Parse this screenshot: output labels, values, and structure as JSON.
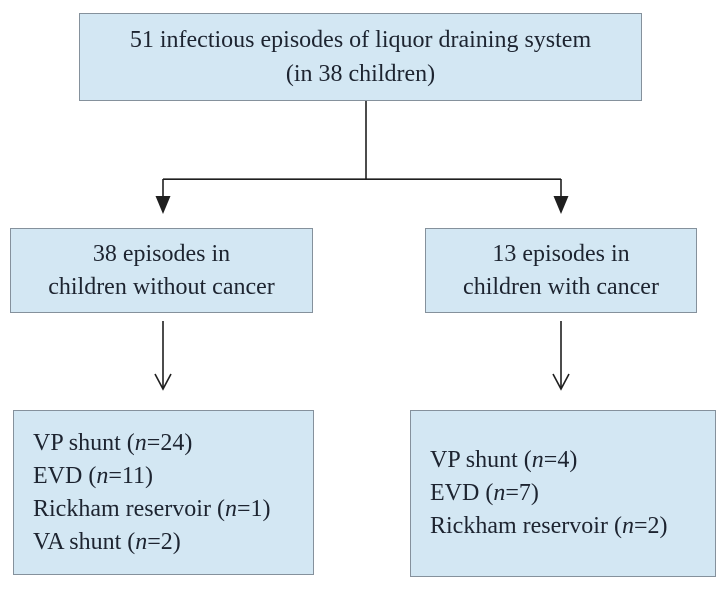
{
  "figure": {
    "colors": {
      "box_fill": "#d3e7f3",
      "box_border": "#85919c",
      "text": "#1d2430",
      "line": "#1f1f1f"
    }
  },
  "nodes": {
    "root": {
      "lines": [
        "51 infectious episodes of liquor draining system",
        "(in 38 children)"
      ]
    },
    "left_group": {
      "lines": [
        "38 episodes in",
        "children without cancer"
      ]
    },
    "right_group": {
      "lines": [
        "13 episodes in",
        "children with cancer"
      ]
    },
    "left_devices": {
      "items": [
        {
          "pre": "VP shunt (",
          "n": "n",
          "post": "=24)"
        },
        {
          "pre": "EVD (",
          "n": "n",
          "post": "=11)"
        },
        {
          "pre": "Rickham reservoir (",
          "n": "n",
          "post": "=1)"
        },
        {
          "pre": "VA shunt (",
          "n": "n",
          "post": "=2)"
        }
      ]
    },
    "right_devices": {
      "items": [
        {
          "pre": "VP shunt (",
          "n": "n",
          "post": "=4)"
        },
        {
          "pre": "EVD (",
          "n": "n",
          "post": "=7)"
        },
        {
          "pre": "Rickham reservoir (",
          "n": "n",
          "post": "=2)"
        }
      ]
    }
  }
}
